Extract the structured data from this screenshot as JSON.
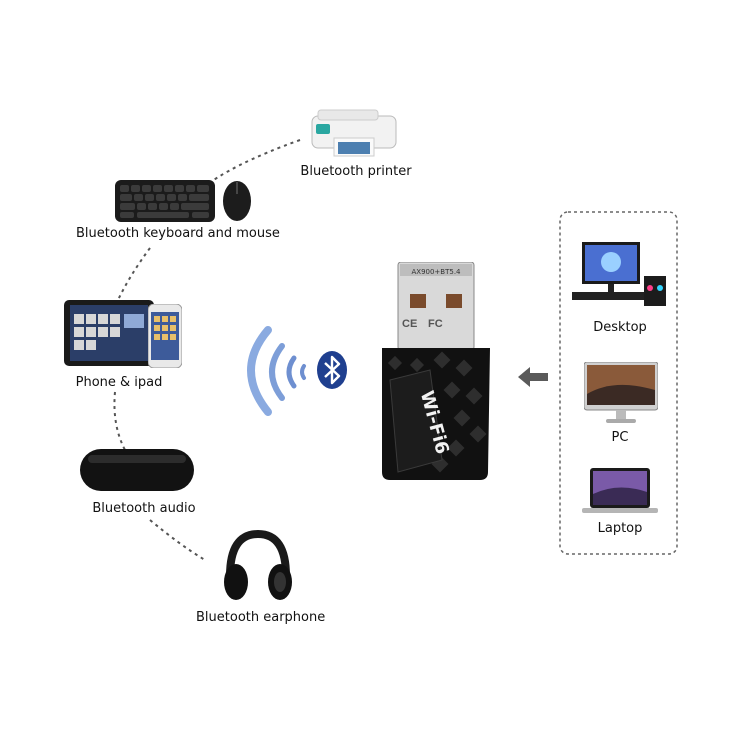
{
  "left_devices": {
    "printer": "Bluetooth printer",
    "keyboard_mouse": "Bluetooth keyboard and mouse",
    "phone_ipad": "Phone & ipad",
    "audio": "Bluetooth audio",
    "earphone": "Bluetooth earphone"
  },
  "adapter": {
    "top_text": "AX900+BT5.4",
    "body_text": "Wi-Fi6",
    "marks": [
      "CE",
      "FC"
    ]
  },
  "right_devices": {
    "desktop": "Desktop",
    "pc": "PC",
    "laptop": "Laptop"
  },
  "icons": {
    "bluetooth": "bluetooth-icon",
    "signal": "signal-waves-icon",
    "arrow": "arrow-left-icon"
  },
  "colors": {
    "bluetooth_blue": "#1f3f8f",
    "wave_blue": "#7d9ed8",
    "dash": "#555555"
  }
}
